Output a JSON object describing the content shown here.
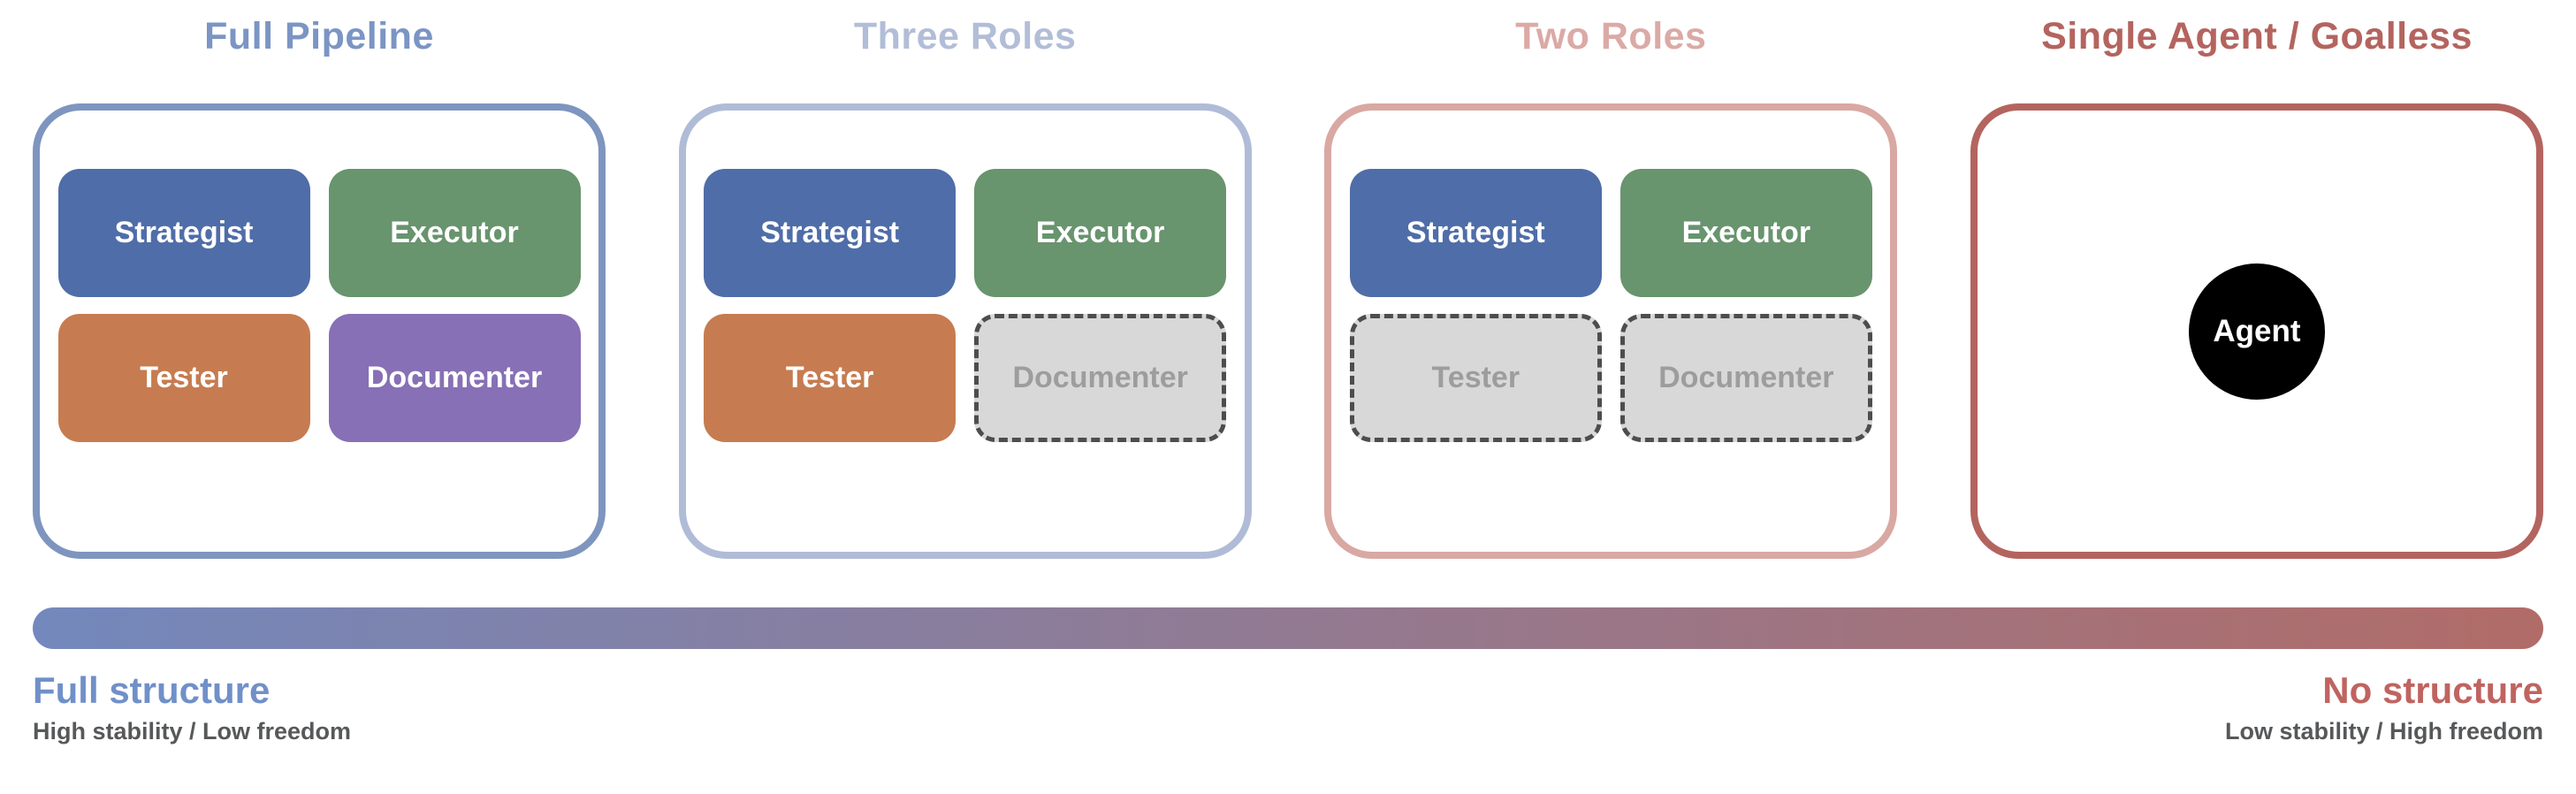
{
  "panels": [
    {
      "id": "full-pipeline",
      "title": "Full Pipeline",
      "title_color": "#7b95c4",
      "border_color": "#7e95bf",
      "roles": [
        {
          "label": "Strategist",
          "state": "active",
          "color": "#4f6da8"
        },
        {
          "label": "Executor",
          "state": "active",
          "color": "#68946e"
        },
        {
          "label": "Tester",
          "state": "active",
          "color": "#c67c50"
        },
        {
          "label": "Documenter",
          "state": "active",
          "color": "#8770b5"
        }
      ]
    },
    {
      "id": "three-roles",
      "title": "Three Roles",
      "title_color": "#b2bdd7",
      "border_color": "#b0bcd7",
      "roles": [
        {
          "label": "Strategist",
          "state": "active",
          "color": "#4f6da8"
        },
        {
          "label": "Executor",
          "state": "active",
          "color": "#68946e"
        },
        {
          "label": "Tester",
          "state": "active",
          "color": "#c67c50"
        },
        {
          "label": "Documenter",
          "state": "disabled",
          "color": "#d8d8d8"
        }
      ]
    },
    {
      "id": "two-roles",
      "title": "Two Roles",
      "title_color": "#dbaaa6",
      "border_color": "#d9a8a3",
      "roles": [
        {
          "label": "Strategist",
          "state": "active",
          "color": "#4f6da8"
        },
        {
          "label": "Executor",
          "state": "active",
          "color": "#68946e"
        },
        {
          "label": "Tester",
          "state": "disabled",
          "color": "#d8d8d8"
        },
        {
          "label": "Documenter",
          "state": "disabled",
          "color": "#d8d8d8"
        }
      ]
    },
    {
      "id": "single-agent-goalless",
      "title": "Single Agent / Goalless",
      "title_color": "#b4645f",
      "border_color": "#b4645f",
      "agent_label": "Agent",
      "agent_color": "#000000"
    }
  ],
  "disabled_style": {
    "fill": "#d8d8d8",
    "border": "#4d4d4d",
    "text": "#9d9d9d"
  },
  "spectrum": {
    "gradient_start": "#7388bc",
    "gradient_end": "#b16c68",
    "left": {
      "label": "Full structure",
      "label_color": "#7090c8",
      "sublabel": "High stability / Low freedom",
      "sublabel_color": "#56585a"
    },
    "right": {
      "label": "No structure",
      "label_color": "#bf6460",
      "sublabel": "Low stability / High freedom",
      "sublabel_color": "#56585a"
    }
  }
}
